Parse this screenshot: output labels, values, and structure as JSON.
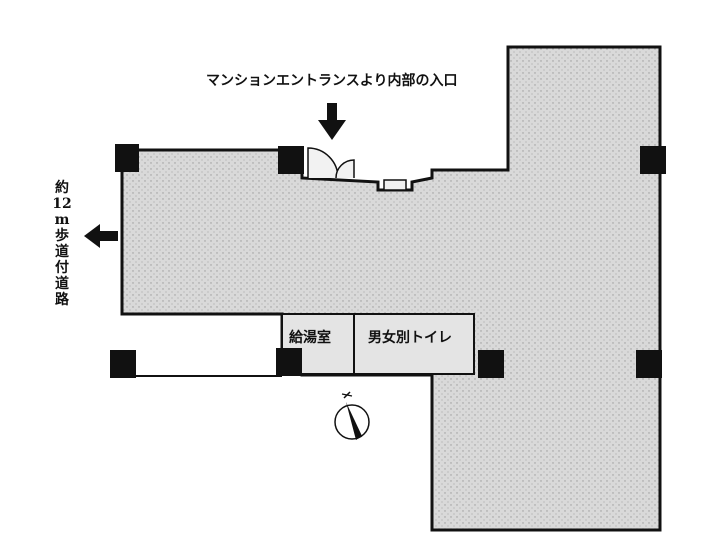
{
  "labels": {
    "entrance": "マンションエントランスより内部の入口",
    "side_road_chars": [
      "約",
      "12",
      "m",
      "歩",
      "道",
      "付",
      "道",
      "路"
    ],
    "kitchenette": "給湯室",
    "restroom": "男女別トイレ"
  },
  "colors": {
    "floor_fill": "#d6d6d6",
    "wall": "#111111",
    "pillar": "#111111",
    "background": "#ffffff"
  },
  "icons": {
    "entrance_arrow": "arrow-down-icon",
    "road_arrow": "arrow-left-icon",
    "compass": "compass-north-icon"
  }
}
